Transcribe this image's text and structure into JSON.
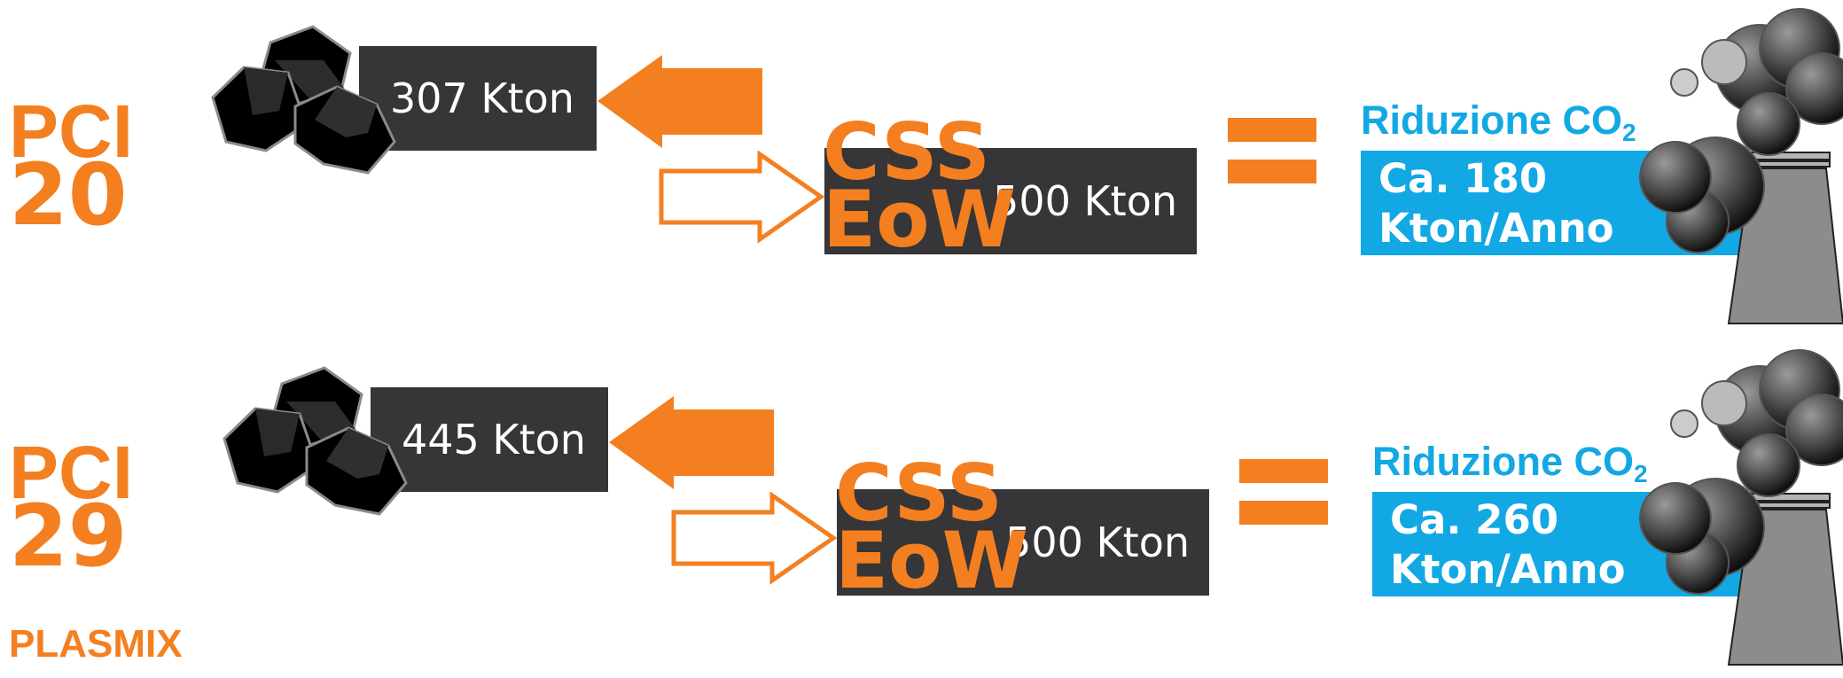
{
  "colors": {
    "orange": "#f47f20",
    "blue": "#12a8e4",
    "dark": "#363538"
  },
  "rows": [
    {
      "pci_label": "PCI",
      "pci_value": "20",
      "coal_amount": "307 Kton",
      "css_line1": "CSS",
      "css_line2": "EoW",
      "css_amount": "500 Kton",
      "co2_title": "Riduzione CO",
      "co2_subscript": "2",
      "reduction_line1": "Ca. 180",
      "reduction_line2": "Kton/Anno"
    },
    {
      "pci_label": "PCI",
      "pci_value": "29",
      "coal_amount": "445 Kton",
      "css_line1": "CSS",
      "css_line2": "EoW",
      "css_amount": "500 Kton",
      "co2_title": "Riduzione CO",
      "co2_subscript": "2",
      "reduction_line1": "Ca. 260",
      "reduction_line2": "Kton/Anno"
    }
  ],
  "footer_label": "PLASMIX",
  "icons": [
    "coal-icon",
    "filled-left-arrow-icon",
    "outline-right-arrow-icon",
    "equals-icon",
    "factory-smoke-icon"
  ]
}
